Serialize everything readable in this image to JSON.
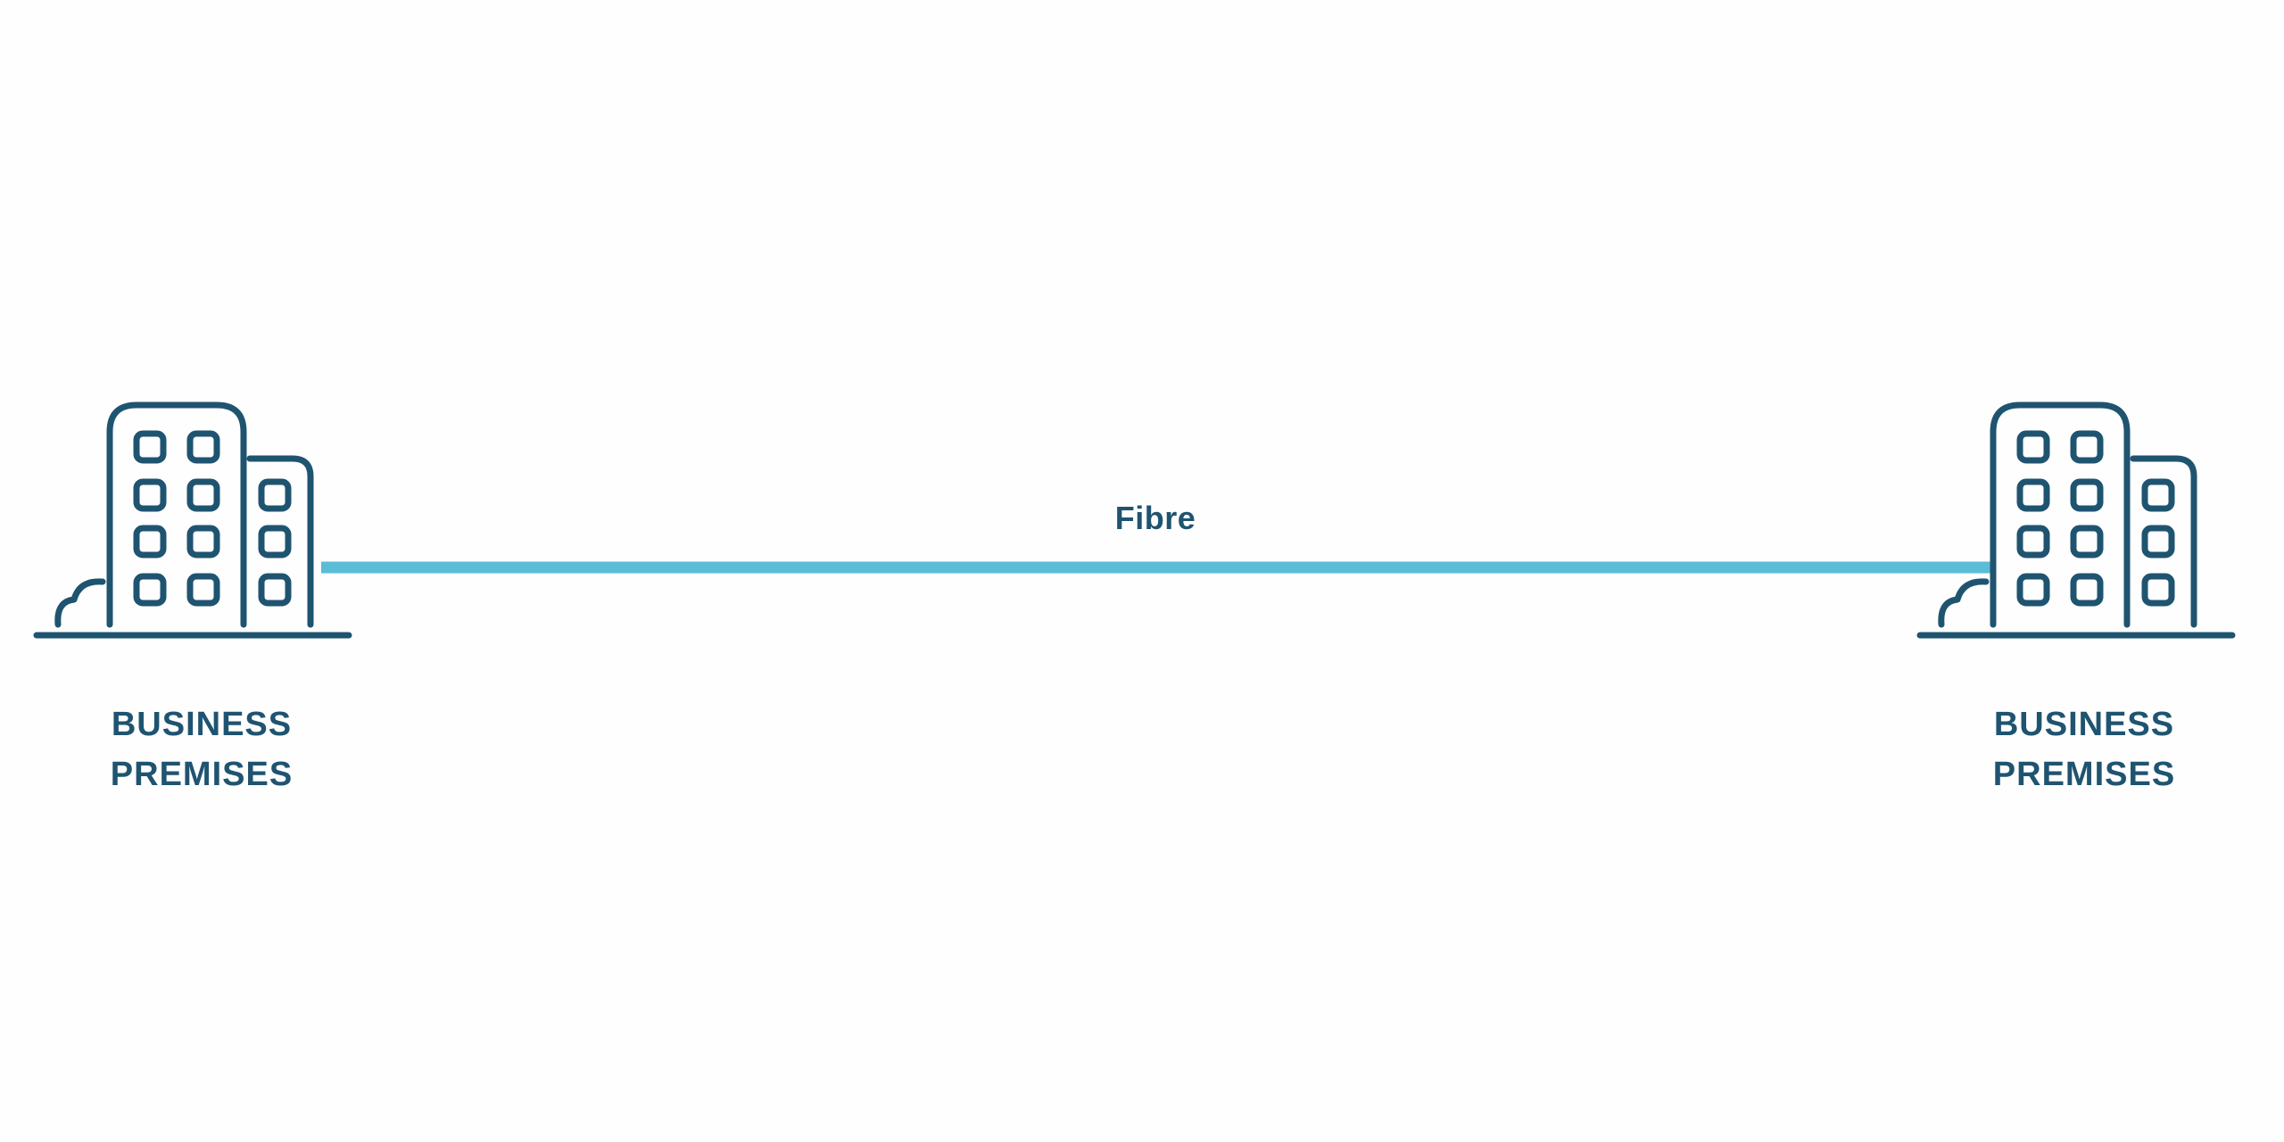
{
  "diagram": {
    "left_node": {
      "line1": "BUSINESS",
      "line2": "PREMISES"
    },
    "right_node": {
      "line1": "BUSINESS",
      "line2": "PREMISES"
    },
    "connection": {
      "label": "Fibre"
    },
    "icons": {
      "left": "office-building-icon",
      "right": "office-building-icon"
    },
    "colors": {
      "ink": "#1f5470",
      "link": "#5bbcd6",
      "background": "#fefefe"
    }
  }
}
